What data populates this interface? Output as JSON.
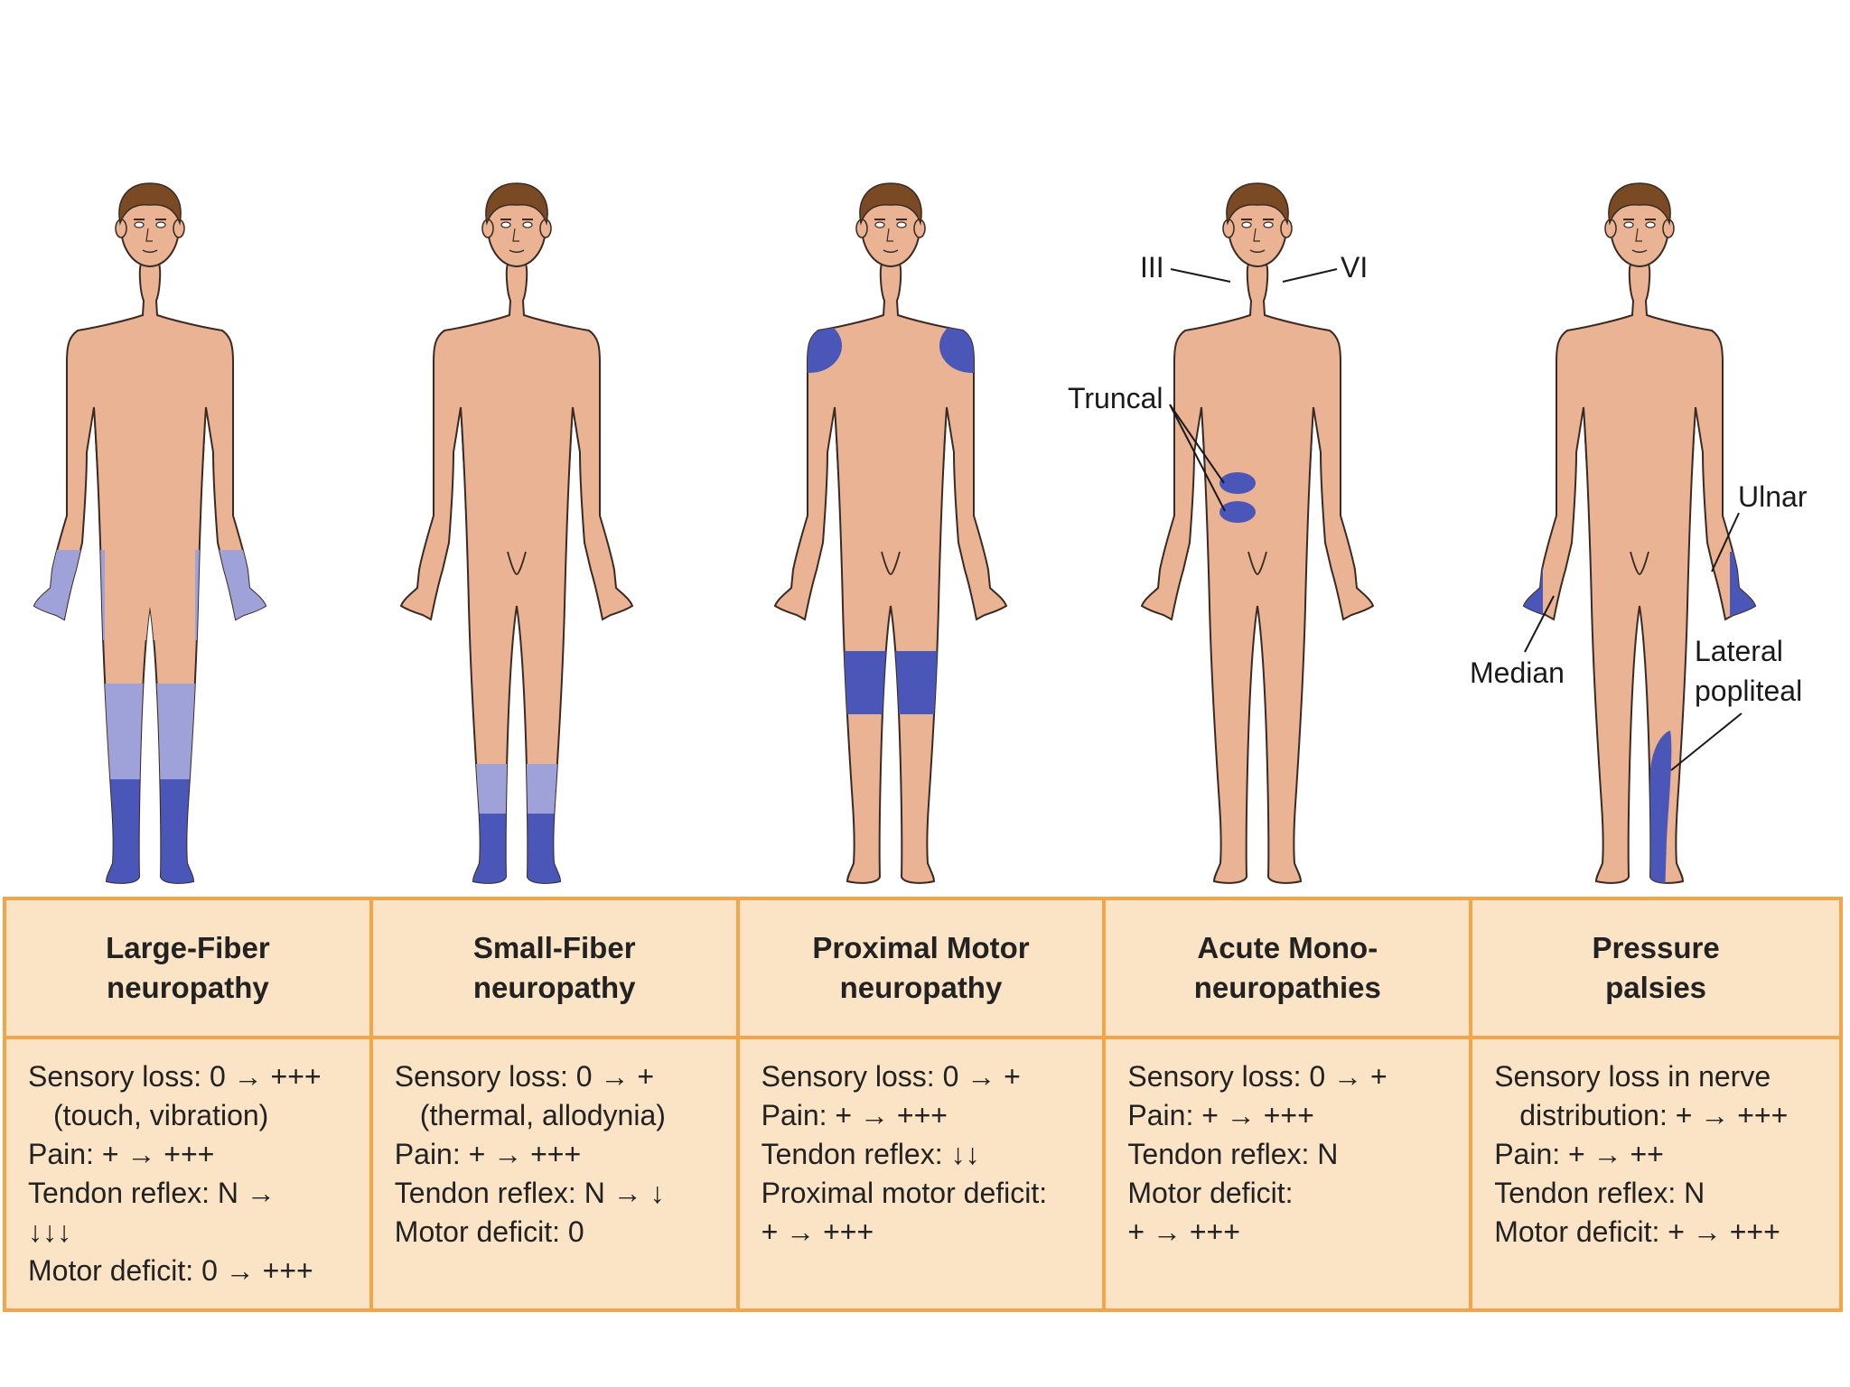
{
  "labels": {
    "cn3": "III",
    "cn6": "VI",
    "truncal": "Truncal",
    "ulnar": "Ulnar",
    "median": "Median",
    "lateral_1": "Lateral",
    "lateral_2": "popliteal"
  },
  "colors": {
    "skin": "#eab394",
    "outline": "#3a2a22",
    "hair": "#7a4a24",
    "dark_blue": "#4a56b8",
    "light_blue": "#9ea2d8",
    "table_border": "#f2a54b",
    "table_fill": "#fbe3c6"
  },
  "columns": [
    {
      "head": [
        "Large-Fiber",
        "neuropathy"
      ],
      "lines": [
        {
          "t": "Sensory loss: 0 → +++",
          "indent": false
        },
        {
          "t": "(touch, vibration)",
          "indent": true
        },
        {
          "t": "Pain: + → +++",
          "indent": false
        },
        {
          "t": "Tendon reflex: N →",
          "indent": false
        },
        {
          "t": "↓↓↓",
          "indent": false
        },
        {
          "t": "Motor deficit: 0 → +++",
          "indent": false
        }
      ]
    },
    {
      "head": [
        "Small-Fiber",
        "neuropathy"
      ],
      "lines": [
        {
          "t": "Sensory loss: 0 → +",
          "indent": false
        },
        {
          "t": "(thermal, allodynia)",
          "indent": true
        },
        {
          "t": "Pain: + → +++",
          "indent": false
        },
        {
          "t": "Tendon reflex: N → ↓",
          "indent": false
        },
        {
          "t": "Motor deficit: 0",
          "indent": false
        }
      ]
    },
    {
      "head": [
        "Proximal Motor",
        "neuropathy"
      ],
      "lines": [
        {
          "t": "Sensory loss: 0 → +",
          "indent": false
        },
        {
          "t": "Pain: + → +++",
          "indent": false
        },
        {
          "t": "Tendon reflex: ↓↓",
          "indent": false
        },
        {
          "t": "Proximal motor deficit:",
          "indent": false
        },
        {
          "t": "+ → +++",
          "indent": false
        }
      ]
    },
    {
      "head": [
        "Acute Mono-",
        "neuropathies"
      ],
      "lines": [
        {
          "t": "Sensory loss: 0 → +",
          "indent": false
        },
        {
          "t": "Pain: + → +++",
          "indent": false
        },
        {
          "t": "Tendon reflex: N",
          "indent": false
        },
        {
          "t": "Motor deficit:",
          "indent": false
        },
        {
          "t": "+ → +++",
          "indent": false
        }
      ]
    },
    {
      "head": [
        "Pressure",
        "palsies"
      ],
      "lines": [
        {
          "t": "Sensory loss in nerve",
          "indent": false
        },
        {
          "t": "distribution: + → +++",
          "indent": true
        },
        {
          "t": "Pain: + → ++",
          "indent": false
        },
        {
          "t": "Tendon reflex: N",
          "indent": false
        },
        {
          "t": "Motor deficit: + → +++",
          "indent": false
        }
      ]
    }
  ]
}
